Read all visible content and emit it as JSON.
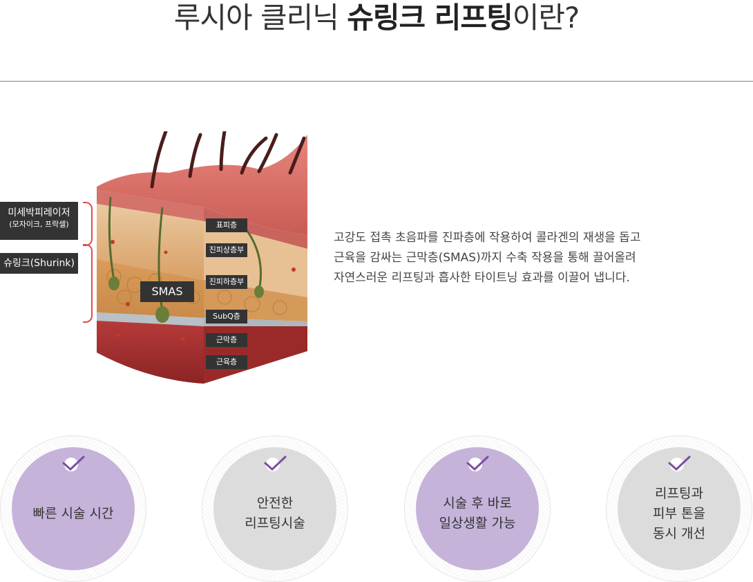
{
  "header": {
    "title_prefix": "루시아 클리닉 ",
    "title_bold": "슈링크 리프팅",
    "title_suffix": "이란?"
  },
  "diagram": {
    "left_labels": {
      "laser": {
        "title": "미세박피레이저",
        "sub": "(모자이크, 프락셀)"
      },
      "shurink": {
        "title": "슈링크(Shurink)"
      }
    },
    "smas_label": "SMAS",
    "layers": [
      "표피층",
      "진피상층부",
      "진피하층부",
      "SubQ층",
      "근막층",
      "근육층"
    ],
    "colors": {
      "bracket": "#e04a4a",
      "tag_bg": "#333333"
    }
  },
  "description": {
    "lines": [
      "고강도 접촉 초음파를 진파층에 작용하여 콜라겐의 재생을 돕고",
      "근육을 감싸는 근막층(SMAS)까지 수축 작용을 통해 끌어올려",
      "자연스러운 리프팅과 흡사한 타이트닝 효과를 이끌어 냅니다."
    ]
  },
  "features": [
    {
      "lines": [
        "빠른 시술 시간"
      ],
      "color": "#c5b3da"
    },
    {
      "lines": [
        "안전한",
        "리프팅시술"
      ],
      "color": "#dcdcdc"
    },
    {
      "lines": [
        "시술 후 바로",
        "일상생활 가능"
      ],
      "color": "#c5b3da"
    },
    {
      "lines": [
        "리프팅과",
        "피부 톤을",
        "동시 개선"
      ],
      "color": "#dcdcdc"
    }
  ],
  "icons": {
    "check": "check-icon",
    "accent": "#7b4fa0"
  }
}
